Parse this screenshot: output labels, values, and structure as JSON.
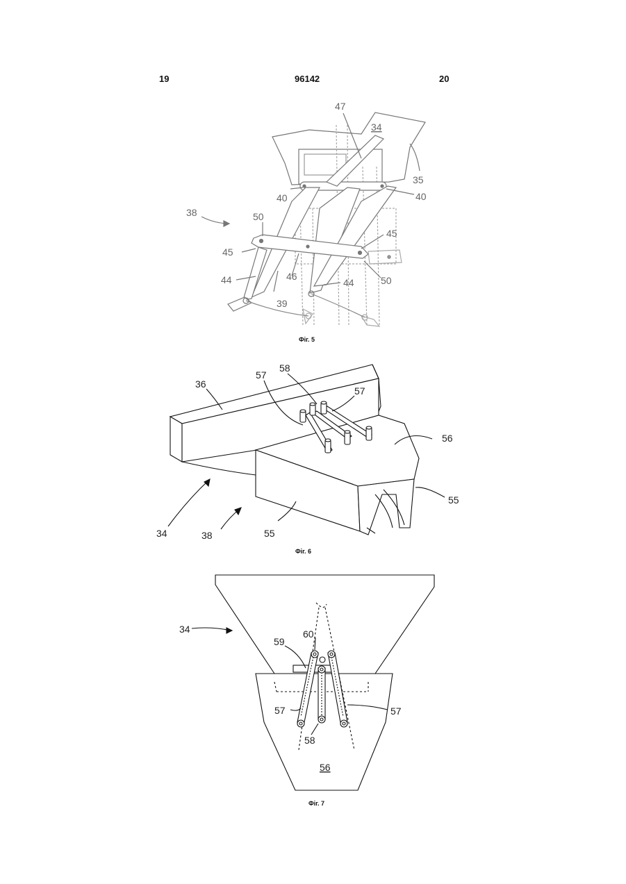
{
  "header": {
    "left_page": "19",
    "doc_number": "96142",
    "right_page": "20"
  },
  "figures": {
    "fig5": {
      "caption": "Фіг. 5",
      "labels": {
        "l47": "47",
        "l34": "34",
        "l35": "35",
        "l40a": "40",
        "l40b": "40",
        "l38": "38",
        "l50a": "50",
        "l45a": "45",
        "l45b": "45",
        "l44a": "44",
        "l46": "46",
        "l39": "39",
        "l44b": "44",
        "l50b": "50"
      }
    },
    "fig6": {
      "caption": "Фіг. 6",
      "labels": {
        "l58": "58",
        "l57a": "57",
        "l57b": "57",
        "l36": "36",
        "l56": "56",
        "l55a": "55",
        "l34": "34",
        "l38": "38",
        "l55b": "55"
      }
    },
    "fig7": {
      "caption": "Фіг. 7",
      "labels": {
        "l34": "34",
        "l60": "60",
        "l59": "59",
        "l57a": "57",
        "l57b": "57",
        "l58": "58",
        "l56": "56"
      }
    }
  }
}
